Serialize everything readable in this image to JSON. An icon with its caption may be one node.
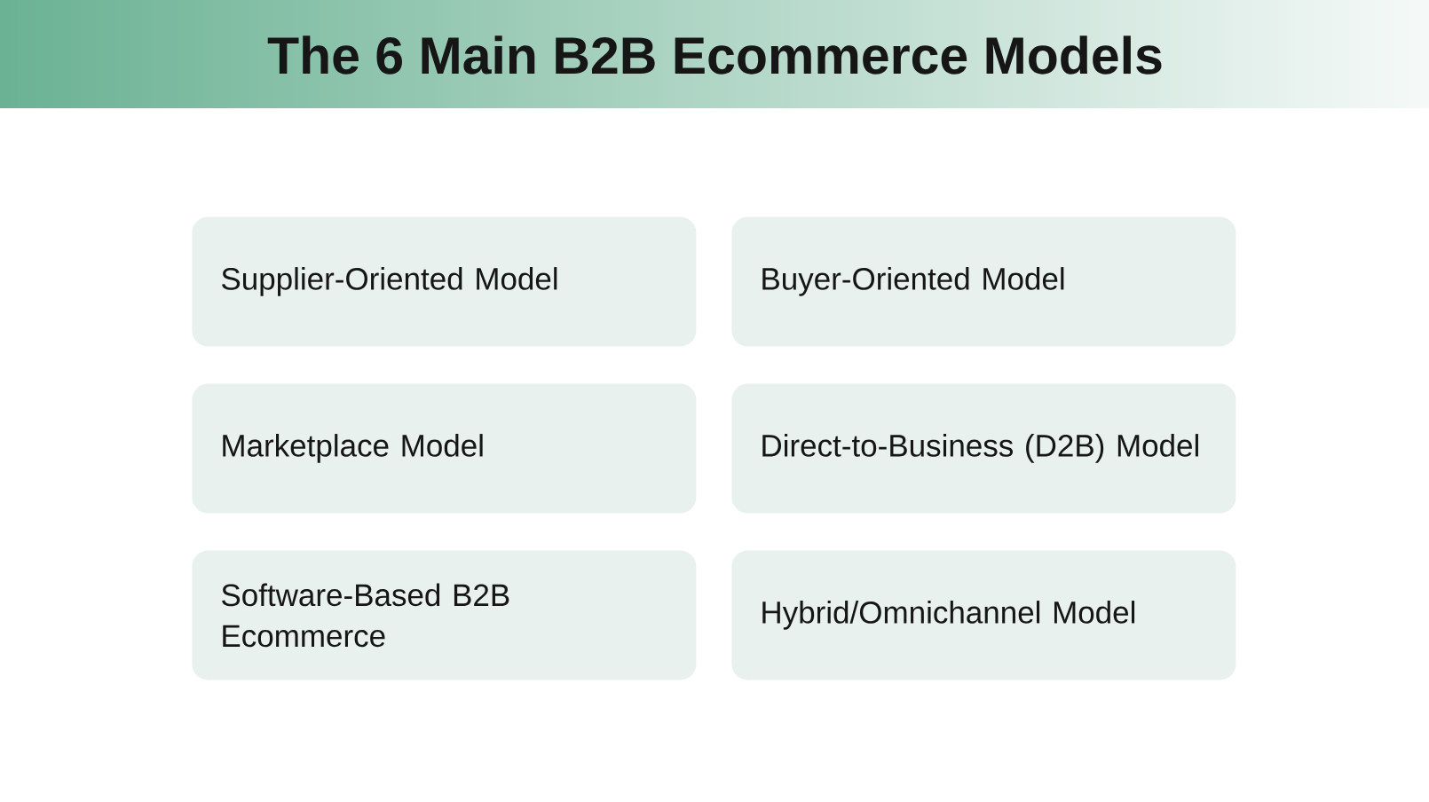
{
  "diagram": {
    "title": "The 6 Main B2B Ecommerce Models",
    "nodes": [
      {
        "text": [
          "Supplier-Oriented Model"
        ]
      },
      {
        "text": [
          "Buyer-Oriented Model"
        ]
      },
      {
        "text": [
          "Marketplace Model"
        ]
      },
      {
        "text": [
          "Direct-to-Business (D2B) Model"
        ]
      },
      {
        "text": [
          "Software-Based B2B Ecommerce"
        ]
      },
      {
        "text": [
          "Hybrid/Omnichannel Model"
        ]
      }
    ]
  }
}
